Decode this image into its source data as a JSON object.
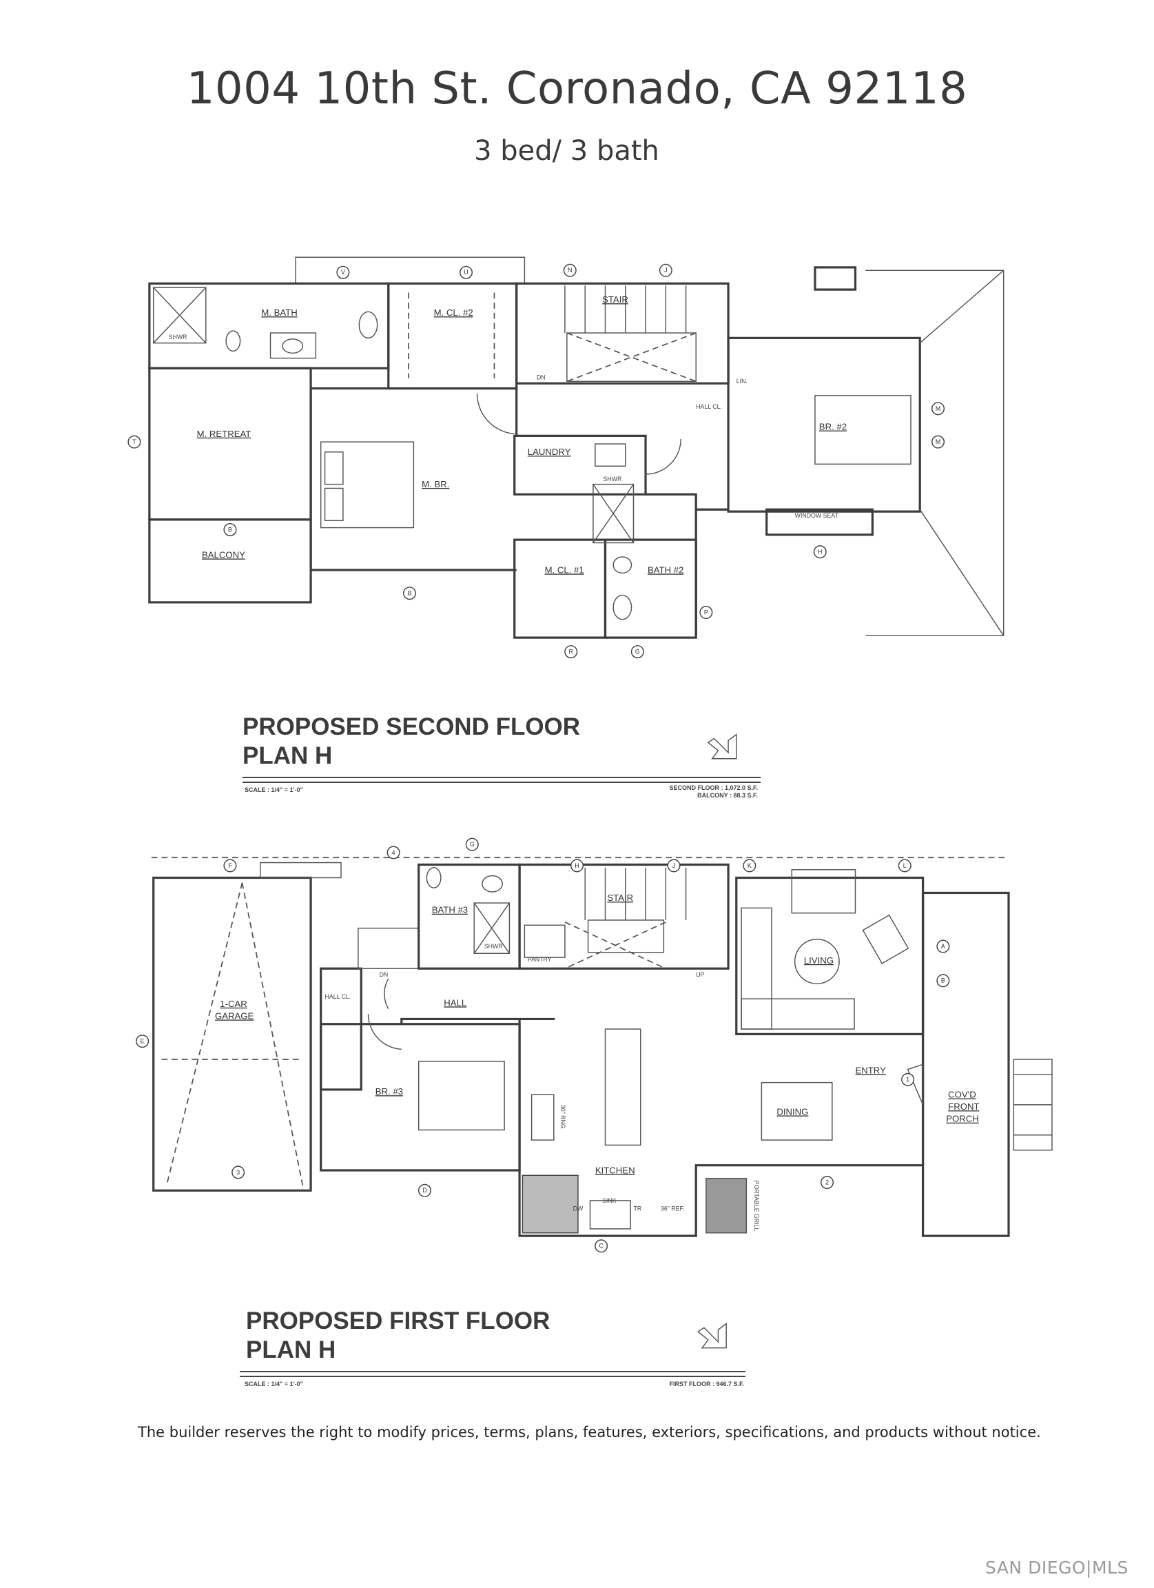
{
  "header": {
    "title": "1004 10th St. Coronado, CA 92118",
    "subtitle": "3 bed/ 3 bath"
  },
  "second_floor": {
    "title_line1": "PROPOSED SECOND FLOOR",
    "title_line2": "PLAN H",
    "scale": "SCALE : 1/4\" = 1'-0\"",
    "area_lines": [
      "SECOND FLOOR   : 1,072.0 S.F.",
      "BALCONY   : 88.3 S.F."
    ],
    "rooms": {
      "m_bath": "M. BATH",
      "m_cl2": "M. CL. #2",
      "stair": "STAIR",
      "shwr": "SHWR",
      "m_retreat": "M. RETREAT",
      "m_br": "M. BR.",
      "laundry": "LAUNDRY",
      "br2": "BR. #2",
      "window_seat": "WINDOW SEAT",
      "balcony": "BALCONY",
      "m_cl1": "M. CL. #1",
      "bath2": "BATH #2",
      "shwr2": "SHWR",
      "dn": "DN",
      "hall_cl": "HALL CL.",
      "lin": "LIN."
    },
    "markers": [
      "V",
      "U",
      "N",
      "J",
      "T",
      "B",
      "B",
      "R",
      "G",
      "H",
      "P",
      "M",
      "M"
    ]
  },
  "first_floor": {
    "title_line1": "PROPOSED FIRST FLOOR",
    "title_line2": "PLAN H",
    "scale": "SCALE : 1/4\" = 1'-0\"",
    "area_lines": [
      "FIRST FLOOR   : 946.7 S.F."
    ],
    "rooms": {
      "bath3": "BATH #3",
      "shwr": "SHWR",
      "stair": "STAIR",
      "pantry": "PANTRY",
      "hall": "HALL",
      "garage_1": "1-CAR",
      "garage_2": "GARAGE",
      "hall_cl": "HALL CL.",
      "br3": "BR. #3",
      "living": "LIVING",
      "entry": "ENTRY",
      "dining": "DINING",
      "kitchen": "KITCHEN",
      "porch_1": "COV'D",
      "porch_2": "FRONT",
      "porch_3": "PORCH",
      "grill": "PORTABLE GRILL",
      "dw": "DW",
      "sink": "SINK",
      "tr": "TR",
      "ref": "36\" REF.",
      "rng": "30\" RNG",
      "up": "UP",
      "dn": "DN"
    },
    "markers": [
      "F",
      "4",
      "G",
      "H",
      "J",
      "K",
      "L",
      "A",
      "B",
      "E",
      "1",
      "3",
      "D",
      "C",
      "2"
    ]
  },
  "footer": {
    "disclaimer": "The builder reserves the right to modify prices, terms, plans, features, exteriors, specifications, and products without notice.",
    "logo": "SAN DIEGO|MLS"
  }
}
